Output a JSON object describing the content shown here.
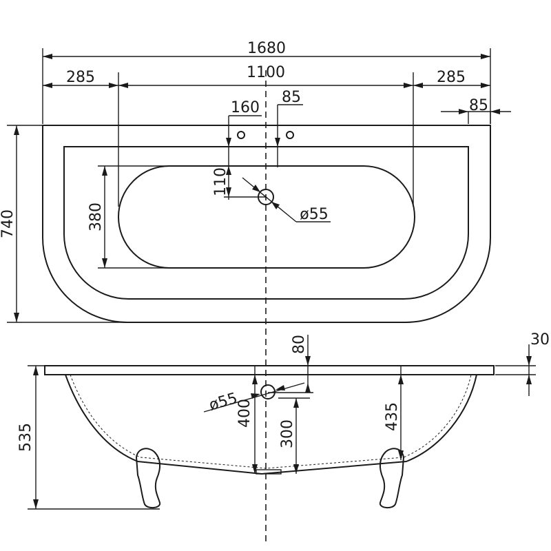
{
  "top_view": {
    "overall_width": "1680",
    "inner_width": "1100",
    "left_offset": "285",
    "right_offset": "285",
    "tap_hole_spacing": "160",
    "tap_hole_offset": "85",
    "rim_width": "85",
    "overall_depth": "740",
    "basin_depth": "380",
    "drain_offset": "110",
    "drain_diameter": "ø55"
  },
  "side_view": {
    "rim_to_overflow": "80",
    "rim_thickness": "30",
    "overall_height": "535",
    "overflow_diameter": "ø55",
    "overflow_height": "400",
    "drain_height": "300",
    "inner_depth": "435"
  },
  "colors": {
    "line": "#1a1a1a",
    "background": "#ffffff"
  }
}
